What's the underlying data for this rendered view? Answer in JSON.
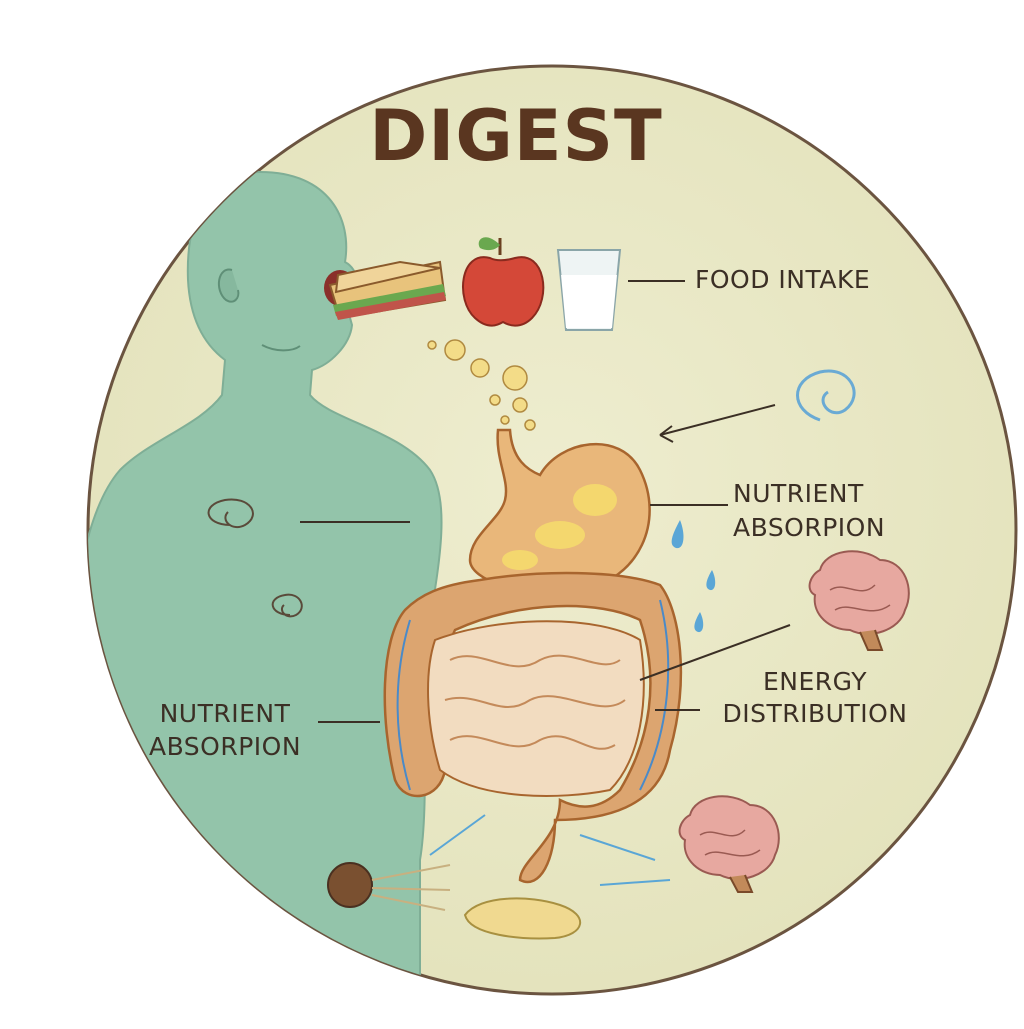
{
  "title": "DIGEST",
  "labels": {
    "food_intake": "FOOD INTAKE",
    "nutrient_absorption_right": [
      "NUTRIENT",
      "ABSORPION"
    ],
    "energy_distribution": [
      "ENERGY",
      "DISTRIBUTION"
    ],
    "nutrient_absorption_left": [
      "NUTRIENT",
      "ABSORPION"
    ]
  },
  "colors": {
    "circle_fill": "#e8e7c4",
    "circle_stroke": "#6b5440",
    "body": "#93c4aa",
    "stomach": "#e9b77a",
    "intestine": "#f2dcc0",
    "colon": "#dca570",
    "brain": "#e7a8a0",
    "text": "#3b2f25",
    "title": "#5a3620"
  },
  "icons": [
    "sandwich-icon",
    "apple-icon",
    "milk-glass-icon",
    "swirl-icon",
    "brain-icon",
    "water-drop-icon"
  ]
}
